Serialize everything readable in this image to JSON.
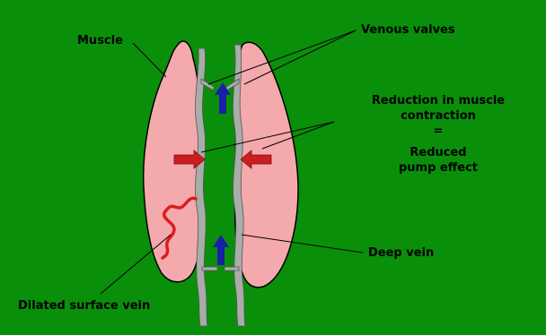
{
  "colors": {
    "background": "#0a8f0a",
    "muscle_fill": "#f4a9ad",
    "muscle_stroke": "#000000",
    "vein_fill": "#a9ada9",
    "red_arrow": "#cc1e1e",
    "blue_arrow": "#1a1fa8",
    "surface_vein": "#dd1c1c",
    "leader_line": "#000000"
  },
  "labels": {
    "muscle": "Muscle",
    "venous_valves": "Venous valves",
    "reduction_line1": "Reduction in muscle",
    "reduction_line2": "contraction",
    "equals": "=",
    "reduced_line1": "Reduced",
    "reduced_line2": "pump effect",
    "deep_vein": "Deep vein",
    "dilated_surface_vein": "Dilated surface vein"
  },
  "icons": {
    "compression_arrow_left": "red-right-arrow",
    "compression_arrow_right": "red-left-arrow",
    "flow_arrow_upper": "blue-up-arrow",
    "flow_arrow_lower": "blue-up-arrow"
  }
}
